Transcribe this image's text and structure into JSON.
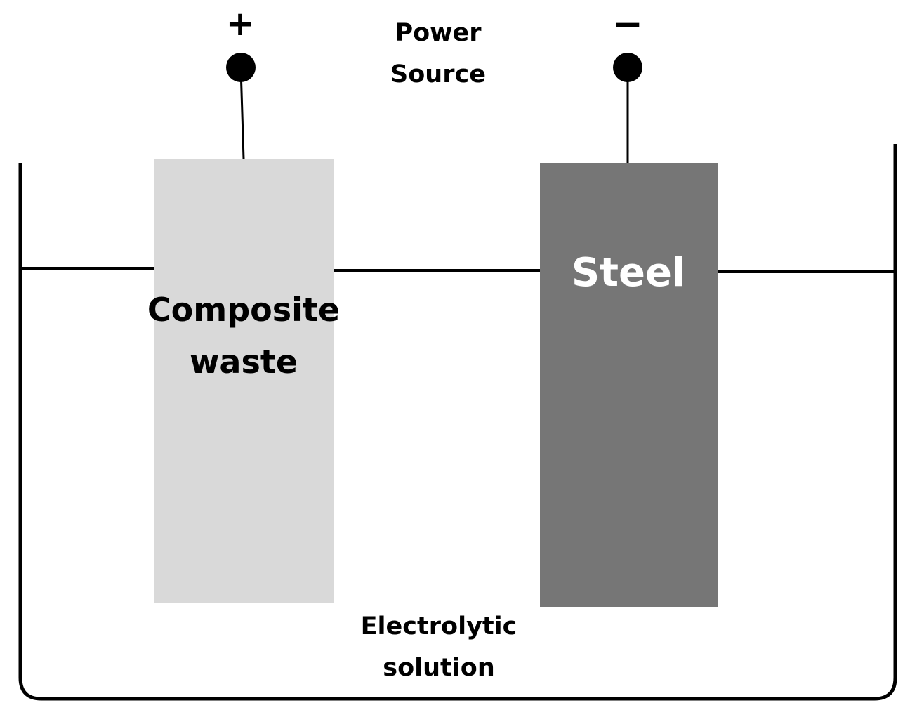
{
  "power_source": {
    "line1": "Power",
    "line2": "Source"
  },
  "positive_terminal": {
    "symbol": "+"
  },
  "negative_terminal": {
    "symbol": "−"
  },
  "anode": {
    "line1": "Composite",
    "line2": "waste",
    "fill": "#d9d9d9"
  },
  "cathode": {
    "label": "Steel",
    "fill": "#767676"
  },
  "electrolyte": {
    "line1": "Electrolytic",
    "line2": "solution"
  },
  "colors": {
    "stroke": "#000000",
    "anode_text": "#000000",
    "cathode_text": "#ffffff"
  }
}
